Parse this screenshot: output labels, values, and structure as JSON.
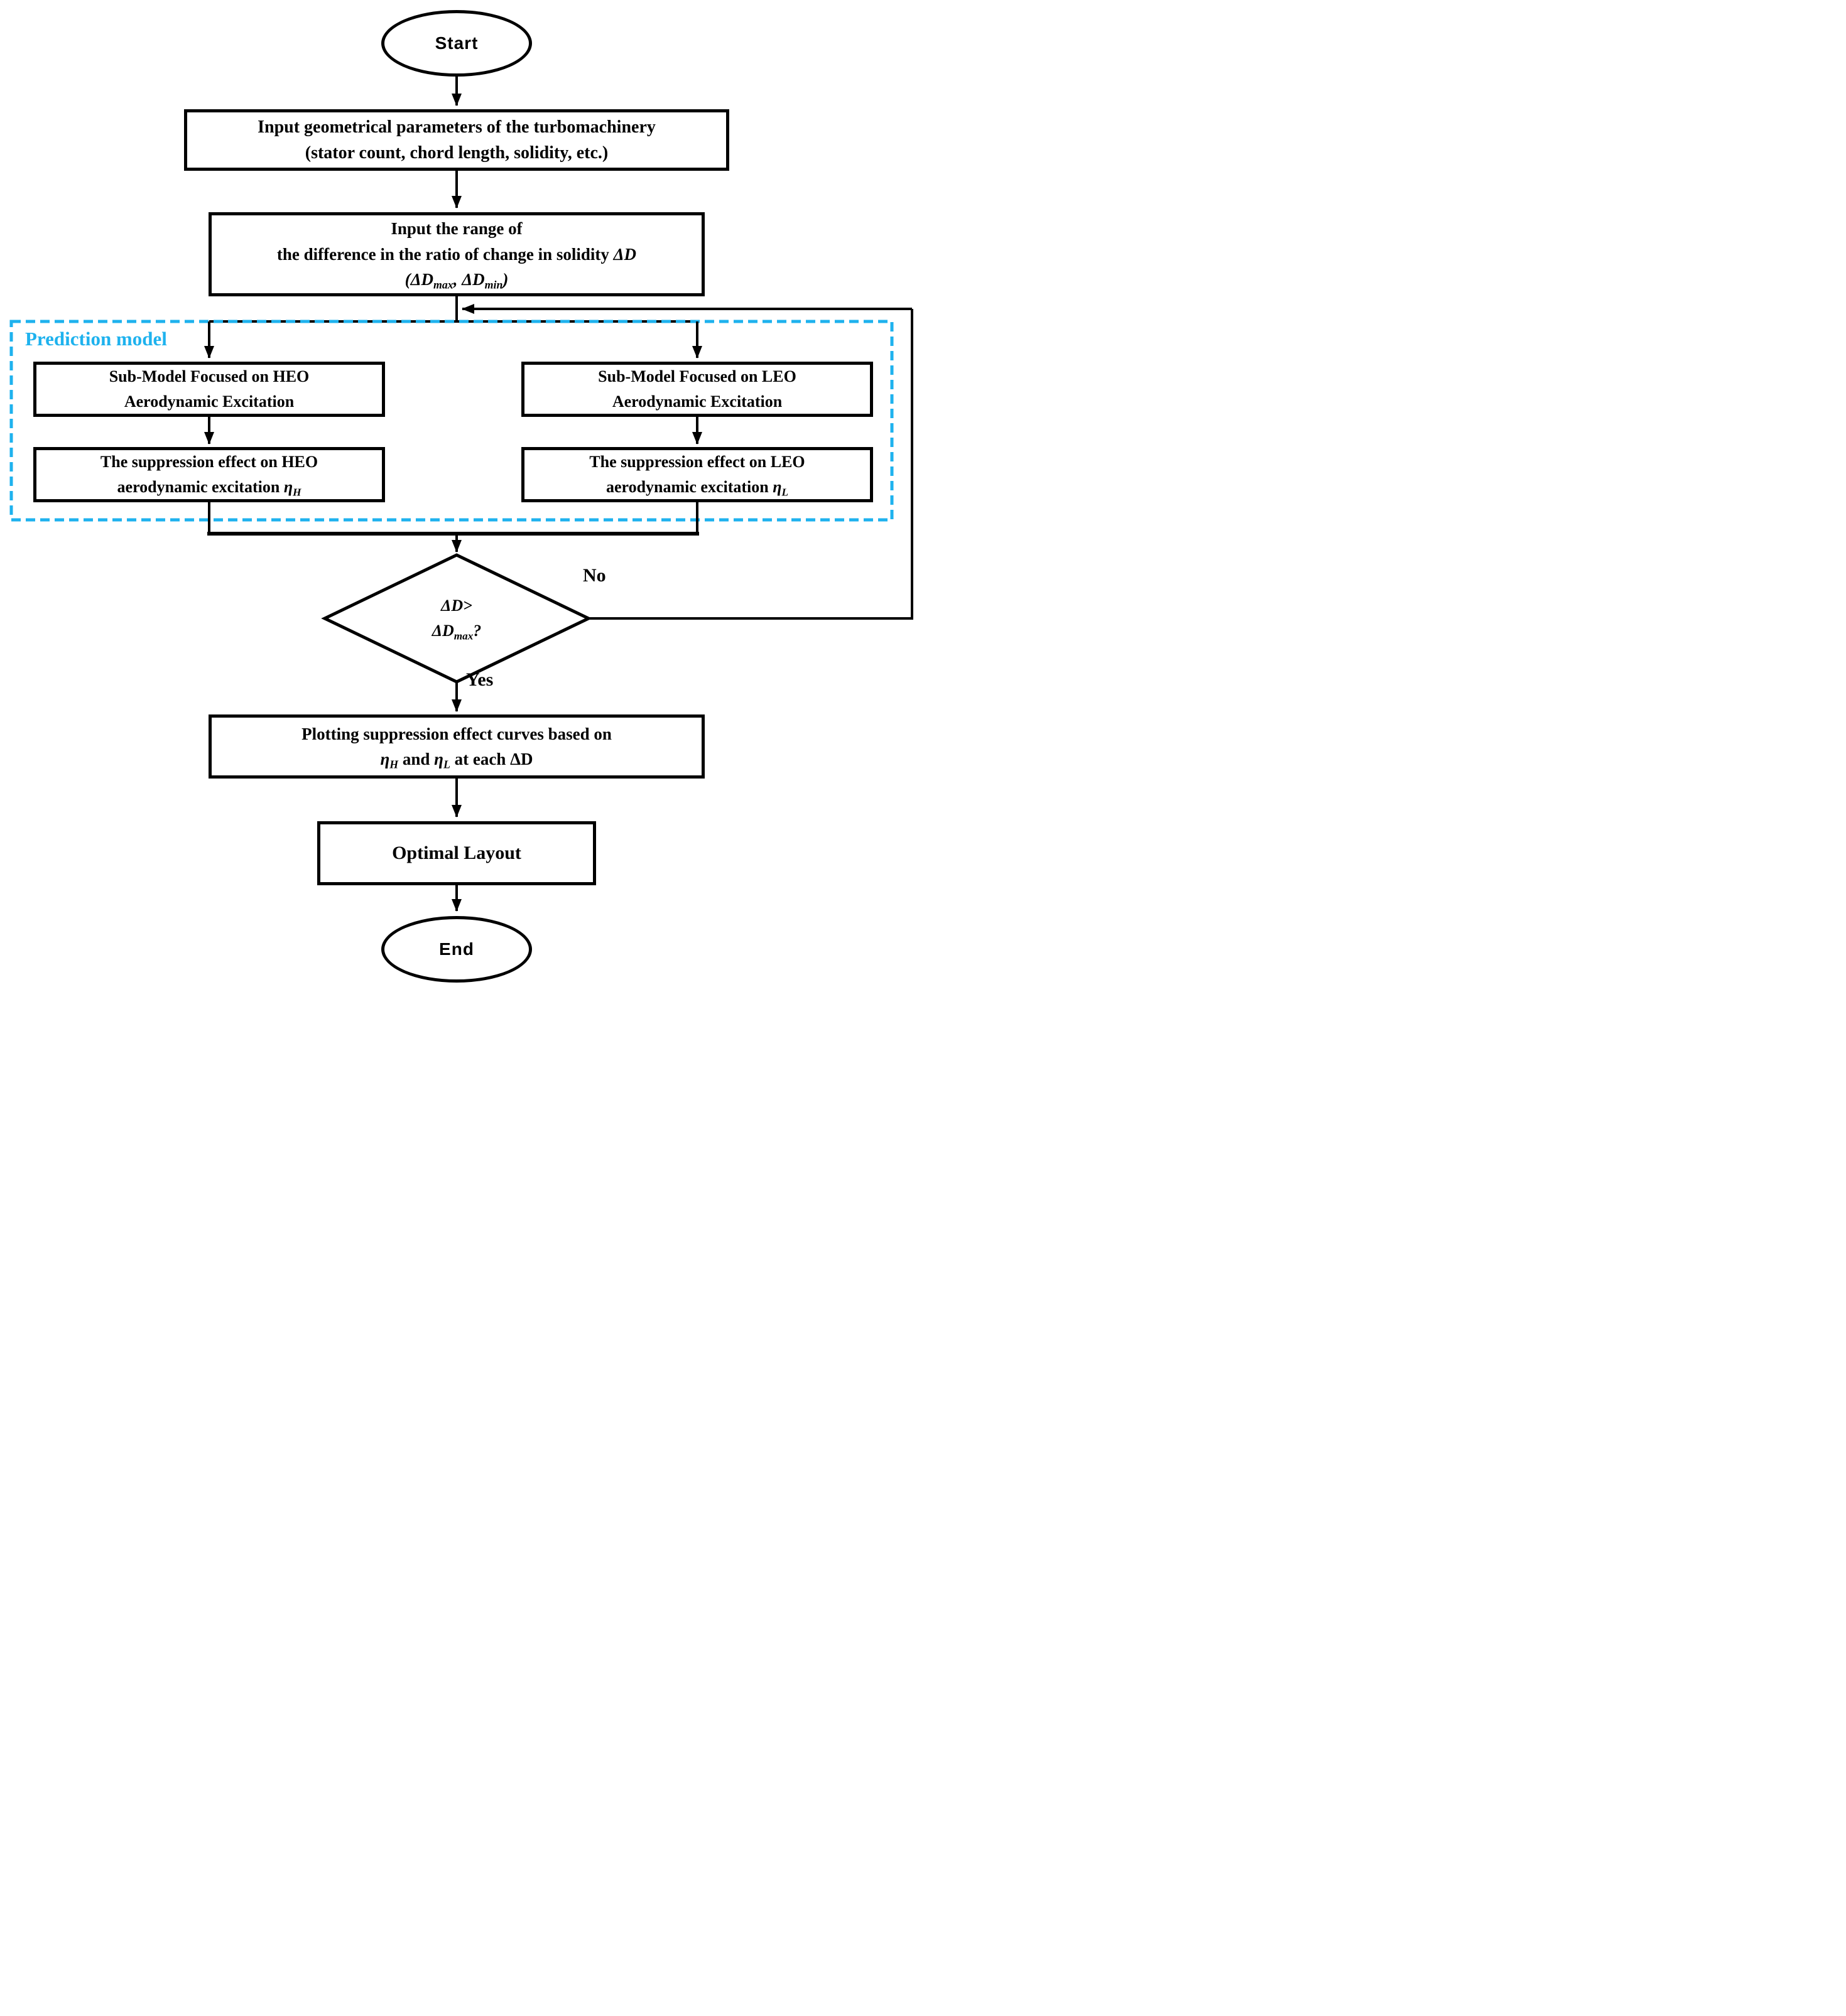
{
  "colors": {
    "accent": "#1eb2ee",
    "line": "#000000",
    "background": "#ffffff"
  },
  "nodes": {
    "start": {
      "label": "Start"
    },
    "input_params": {
      "line1": "Input geometrical parameters of the turbomachinery",
      "line2": "(stator count, chord length, solidity, etc.)"
    },
    "input_range": {
      "line1": "Input the range of",
      "line2_text": "the difference in the ratio of change in solidity ",
      "line2_symbol": "ΔD",
      "line3_open": "(ΔD",
      "line3_sub1": "max",
      "line3_mid": ", ΔD",
      "line3_sub2": "min",
      "line3_close": ")"
    },
    "prediction_region": {
      "label": "Prediction model"
    },
    "submodel_heo": {
      "line1": "Sub-Model Focused on HEO",
      "line2": "Aerodynamic Excitation"
    },
    "submodel_leo": {
      "line1": "Sub-Model Focused on LEO",
      "line2": "Aerodynamic Excitation"
    },
    "suppression_heo": {
      "line1": "The suppression effect on HEO",
      "line2_text": "aerodynamic excitation ",
      "symbol": "η",
      "symbol_sub": "H"
    },
    "suppression_leo": {
      "line1": "The suppression effect on LEO",
      "line2_text": "aerodynamic excitation ",
      "symbol": "η",
      "symbol_sub": "L"
    },
    "decision": {
      "line1": "ΔD>",
      "line2_main": "ΔD",
      "line2_sub": "max",
      "line2_end": "?"
    },
    "plotting": {
      "line1": "Plotting suppression effect curves based on",
      "sym1": "η",
      "sym1_sub": "H",
      "mid": " and ",
      "sym2": "η",
      "sym2_sub": "L",
      "tail": " at each ΔD"
    },
    "optimal": {
      "label": "Optimal Layout"
    },
    "end": {
      "label": "End"
    }
  },
  "edges": {
    "no_label": "No",
    "yes_label": "Yes"
  }
}
